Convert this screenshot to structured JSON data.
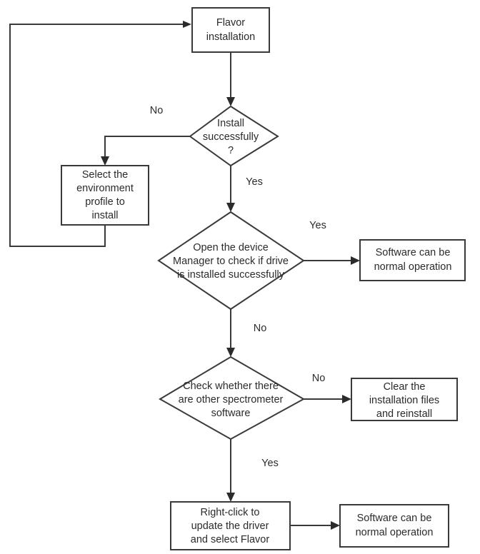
{
  "diagram": {
    "type": "flowchart",
    "title": "Flavor installation troubleshooting flowchart",
    "colors": {
      "background": "#ffffff",
      "stroke": "#3a3a3a",
      "text": "#2b2b2b",
      "arrow": "#2b2b2b"
    },
    "nodes": [
      {
        "id": "flavor-installation",
        "shape": "process",
        "lines": [
          "Flavor",
          "installation"
        ]
      },
      {
        "id": "install-successfully",
        "shape": "decision",
        "lines": [
          "Install",
          "successfully",
          "?"
        ]
      },
      {
        "id": "select-environment-profile",
        "shape": "process",
        "lines": [
          "Select the",
          "environment",
          "profile to",
          "install"
        ]
      },
      {
        "id": "open-device-manager",
        "shape": "decision",
        "lines": [
          "Open the device",
          "Manager to check if drive",
          "is installed successfully"
        ]
      },
      {
        "id": "software-normal-operation-top",
        "shape": "process",
        "lines": [
          "Software can be",
          "normal operation"
        ]
      },
      {
        "id": "check-other-spectrometer",
        "shape": "decision",
        "lines": [
          "Check whether there",
          "are other spectrometer",
          "software"
        ]
      },
      {
        "id": "clear-installation-files",
        "shape": "process",
        "lines": [
          "Clear the",
          "installation files",
          "and reinstall"
        ]
      },
      {
        "id": "right-click-update-driver",
        "shape": "process",
        "lines": [
          "Right-click to",
          "update the driver",
          "and select Flavor"
        ]
      },
      {
        "id": "software-normal-operation-bottom",
        "shape": "process",
        "lines": [
          "Software can be",
          "normal operation"
        ]
      }
    ],
    "edge_labels": {
      "install_no": "No",
      "install_yes": "Yes",
      "device_manager_yes": "Yes",
      "device_manager_no": "No",
      "spectrometer_no": "No",
      "spectrometer_yes": "Yes"
    }
  }
}
